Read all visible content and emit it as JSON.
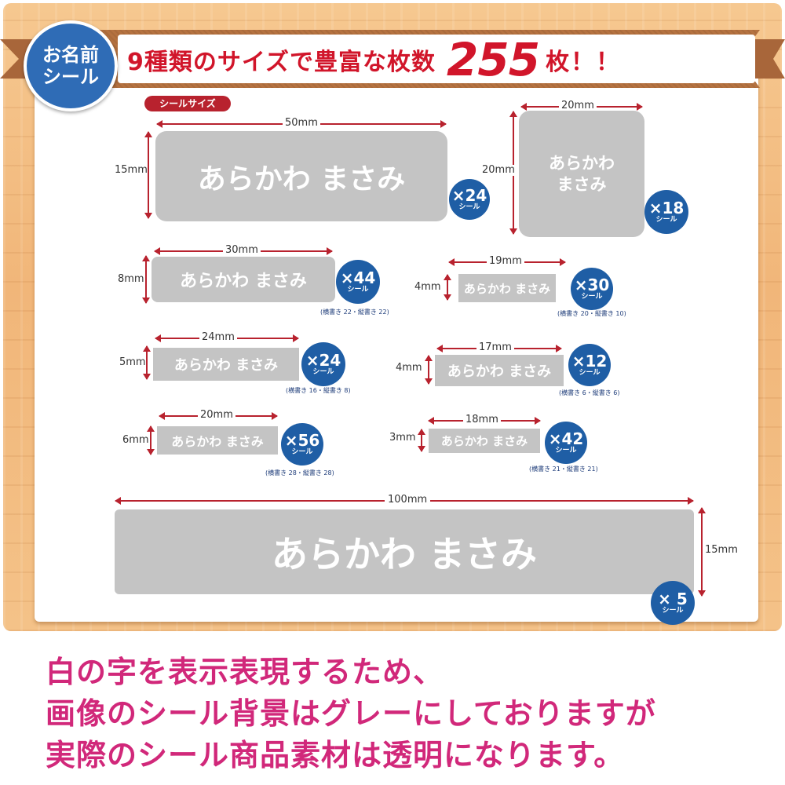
{
  "header": {
    "badge_line1": "お名前",
    "badge_line2": "シール",
    "headline_text": "9種類のサイズで豊富な枚数",
    "headline_number": "255",
    "headline_suffix": "枚！！"
  },
  "size_label": "シールサイズ",
  "sticker_name": "あらかわ まさみ",
  "stickers": [
    {
      "width": "50mm",
      "height": "15mm",
      "count": "×24",
      "unit": "シール",
      "note": ""
    },
    {
      "width": "20mm",
      "height": "20mm",
      "count": "×18",
      "unit": "シール",
      "note": "",
      "name_line1": "あらかわ",
      "name_line2": "まさみ"
    },
    {
      "width": "30mm",
      "height": "8mm",
      "count": "×44",
      "unit": "シール",
      "note": "(横書き 22・縦書き 22)"
    },
    {
      "width": "19mm",
      "height": "4mm",
      "count": "×30",
      "unit": "シール",
      "note": "(横書き 20・縦書き 10)"
    },
    {
      "width": "24mm",
      "height": "5mm",
      "count": "×24",
      "unit": "シール",
      "note": "(横書き 16・縦書き 8)"
    },
    {
      "width": "17mm",
      "height": "4mm",
      "count": "×12",
      "unit": "シール",
      "note": "(横書き 6・縦書き 6)"
    },
    {
      "width": "20mm",
      "height": "6mm",
      "count": "×56",
      "unit": "シール",
      "note": "(横書き 28・縦書き 28)"
    },
    {
      "width": "18mm",
      "height": "3mm",
      "count": "×42",
      "unit": "シール",
      "note": "(横書き 21・縦書き 21)"
    },
    {
      "width": "100mm",
      "height": "15mm",
      "count": "× 5",
      "unit": "シール",
      "note": ""
    }
  ],
  "bottom_text": {
    "line1": "白の字を表示表現するため、",
    "line2": "画像のシール背景はグレーにしておりますが",
    "line3": "実際のシール商品素材は透明になります。"
  },
  "colors": {
    "accent_red": "#d1152a",
    "badge_blue": "#2f6cb6",
    "count_blue": "#1f5ea5",
    "sticker_gray": "#c4c4c4",
    "bottom_pink": "#d1287a"
  }
}
